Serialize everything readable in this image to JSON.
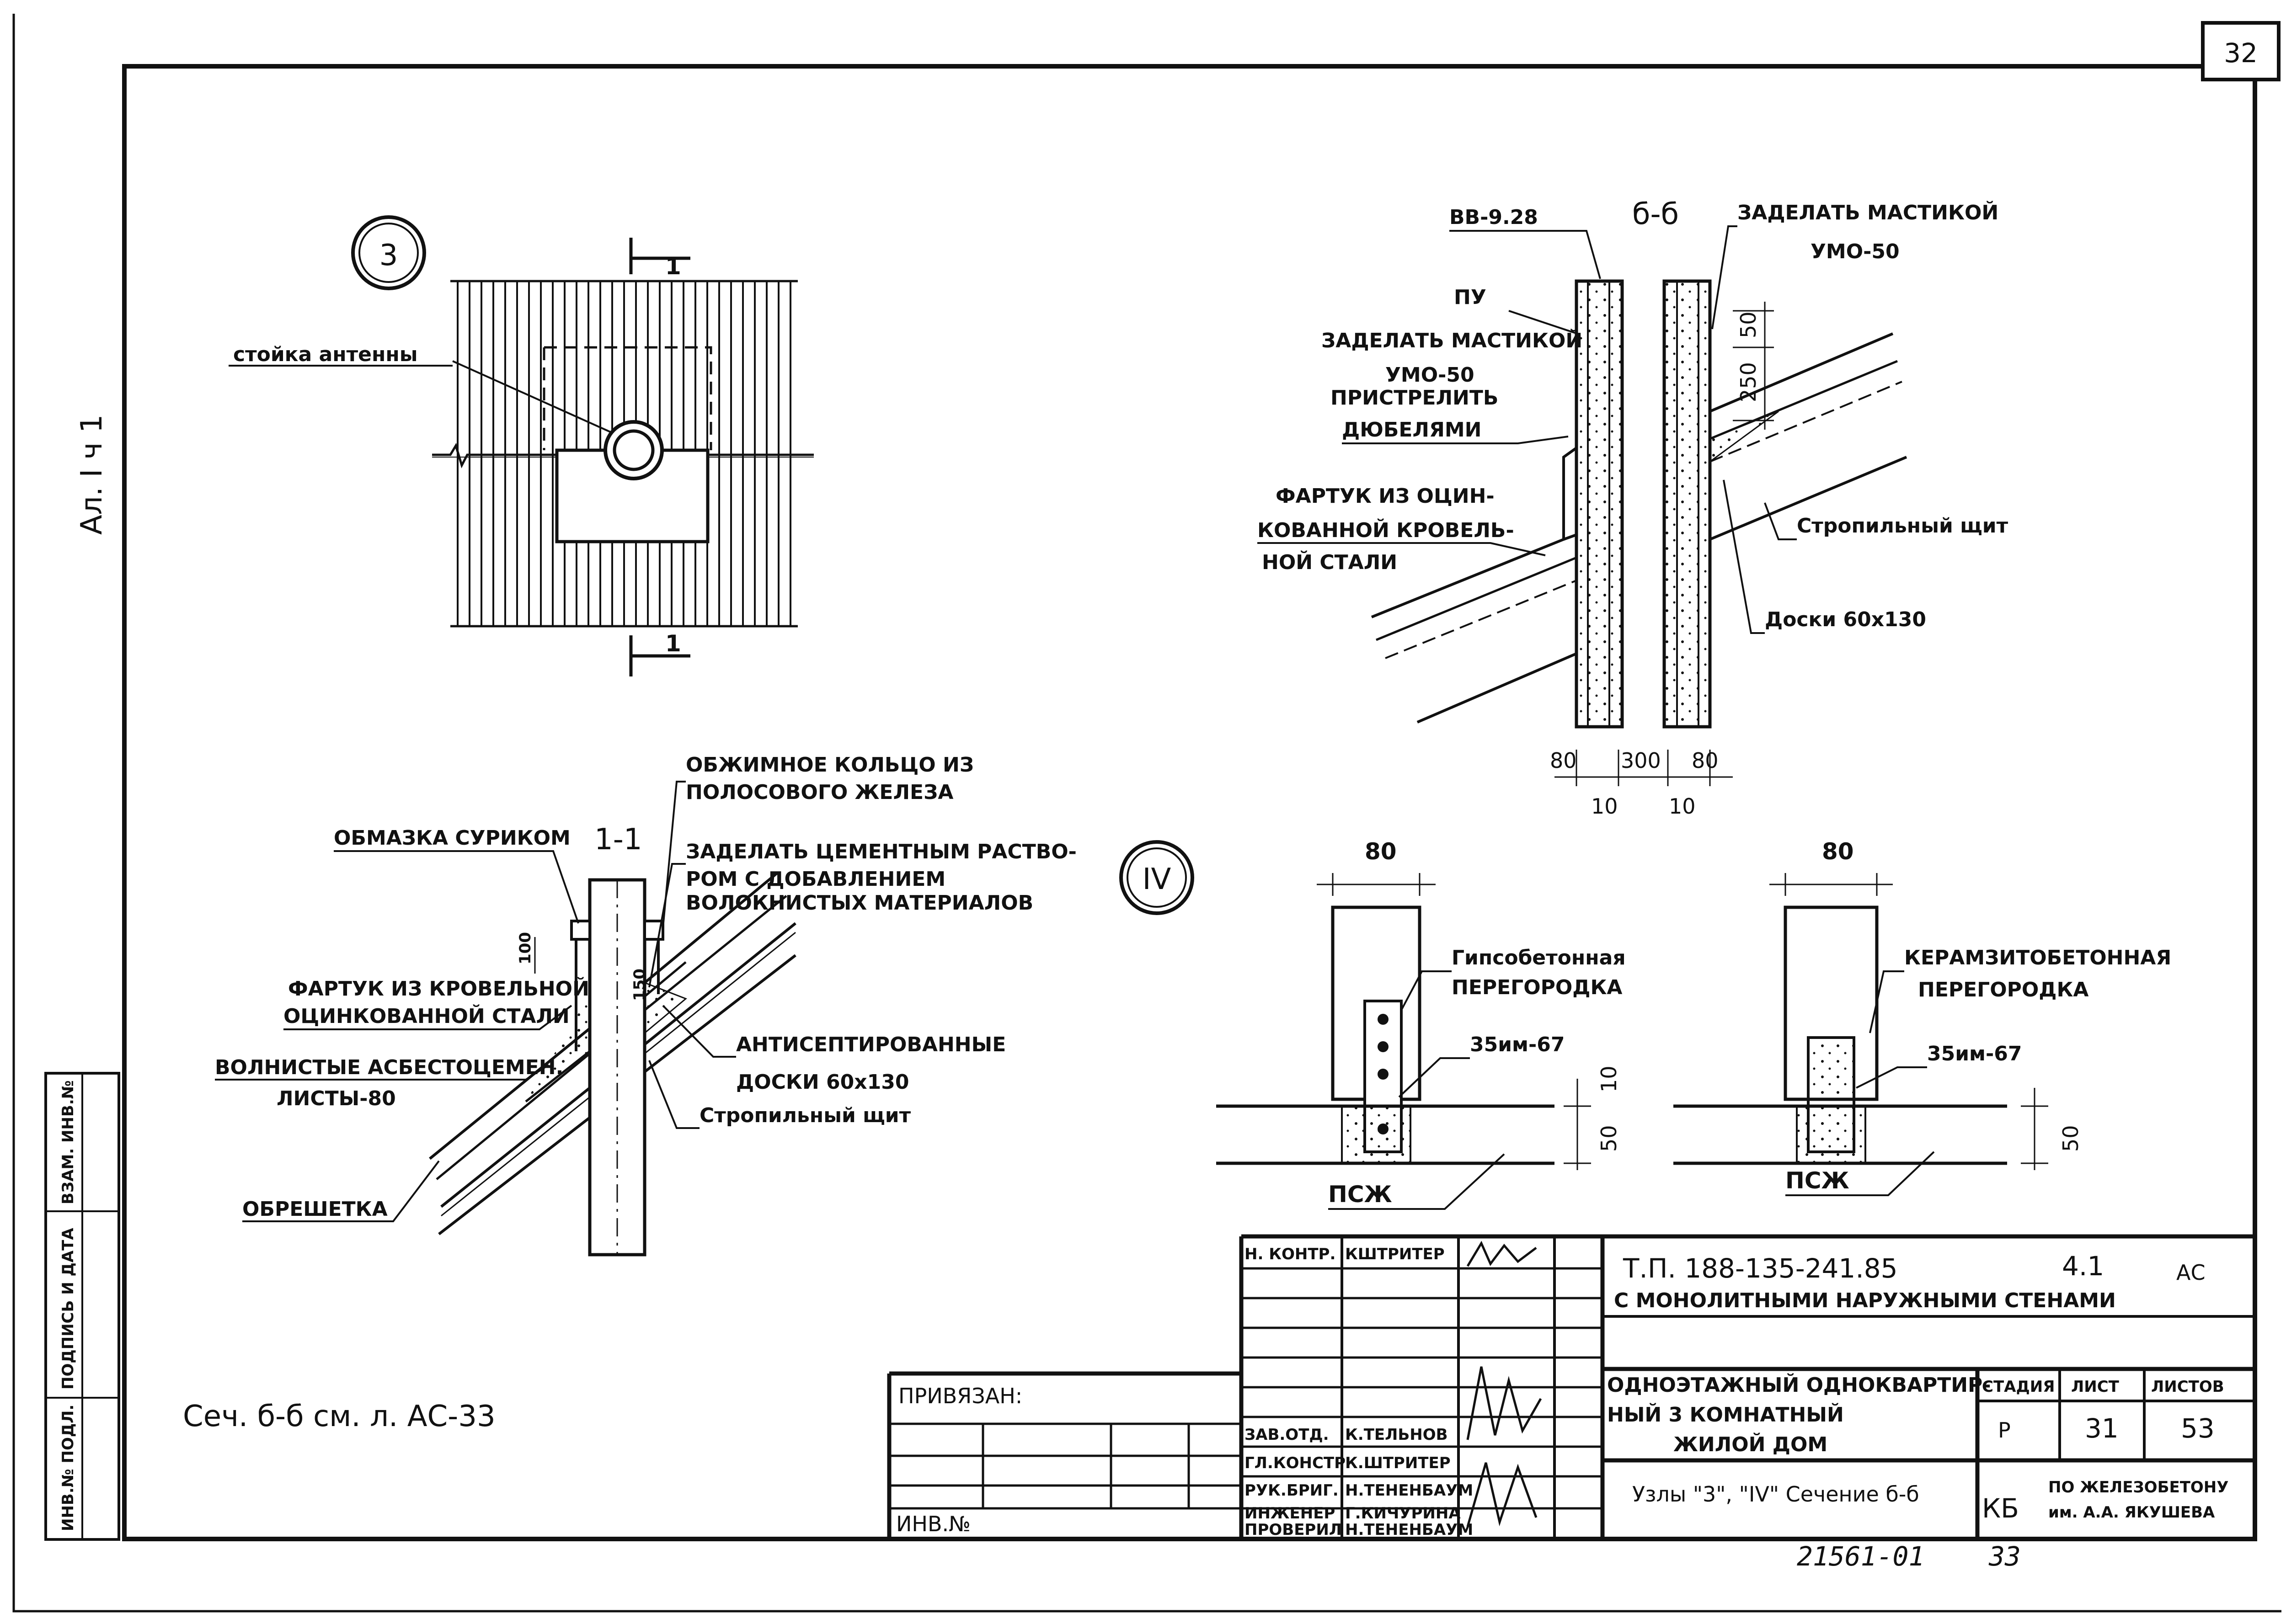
{
  "sheet_number": "32",
  "margin_note": "Ал. I ч 1",
  "side_stamp": {
    "inv_orig": "ИНВ.№ ПОДЛ.",
    "sign_date": "ПОДПИСЬ И ДАТА",
    "vzam_inv": "ВЗАМ. ИНВ.№"
  },
  "detail_3": {
    "marker": "3",
    "antenna_label": "стойка антенны",
    "section_mark_top": "1",
    "section_mark_bottom": "1"
  },
  "section_bb": {
    "title": "б-б",
    "labels": {
      "vv": "ВВ-9.28",
      "mastic_top_1": "ЗАДЕЛАТЬ МАСТИКОЙ",
      "mastic_top_2": "УМО-50",
      "pu": "ПУ",
      "mastic_left_1": "ЗАДЕЛАТЬ МАСТИКОЙ",
      "mastic_left_2": "УМО-50",
      "shoot_1": "ПРИСТРЕЛИТЬ",
      "shoot_2": "ДЮБЕЛЯМИ",
      "apron_1": "ФАРТУК ИЗ ОЦИН-",
      "apron_2": "КОВАННОЙ КРОВЕЛЬ-",
      "apron_3": "НОЙ СТАЛИ",
      "rafter": "Стропильный щит",
      "boards": "Доски 60х130"
    },
    "dims": {
      "d50": "50",
      "d250": "250",
      "d80a": "80",
      "d300": "300",
      "d80b": "80",
      "d10a": "10",
      "d10b": "10"
    }
  },
  "section_11": {
    "title": "1-1",
    "labels": {
      "ring_1": "ОБЖИМНОЕ КОЛЬЦО ИЗ",
      "ring_2": "ПОЛОСОВОГО ЖЕЛЕЗА",
      "minium": "ОБМАЗКА СУРИКОМ",
      "cement_1": "ЗАДЕЛАТЬ ЦЕМЕНТНЫМ РАСТВО-",
      "cement_2": "РОМ С ДОБАВЛЕНИЕМ",
      "cement_3": "ВОЛОКНИСТЫХ МАТЕРИАЛОВ",
      "apron_1": "ФАРТУК ИЗ КРОВЕЛЬНОЙ",
      "apron_2": "ОЦИНКОВАННОЙ СТАЛИ",
      "asbestos_1": "ВОЛНИСТЫЕ АСБЕСТОЦЕМЕН.",
      "asbestos_2": "ЛИСТЫ-80",
      "lathing": "ОБРЕШЕТКА",
      "antiseptic_1": "АНТИСЕПТИРОВАННЫЕ",
      "antiseptic_2": "ДОСКИ 60х130",
      "rafter": "Стропильный щит"
    },
    "dims": {
      "d100": "100",
      "d150": "150"
    }
  },
  "detail_4": {
    "marker": "IV",
    "left": {
      "dim_top": "80",
      "part_1": "Гипсобетонная",
      "part_2": "ПЕРЕГОРОДКА",
      "bolt": "35им-67",
      "dim_10": "10",
      "dim_50": "50",
      "slab": "ПСЖ"
    },
    "right": {
      "dim_top": "80",
      "part_1": "КЕРАМЗИТОБЕТОННАЯ",
      "part_2": "ПЕРЕГОРОДКА",
      "bolt": "35им-67",
      "dim_50": "50",
      "slab": "ПСЖ"
    }
  },
  "bottom_note": "Сеч. б-б см. л. АС-33",
  "title_block": {
    "tied": "ПРИВЯЗАН:",
    "inv_no": "ИНВ.№",
    "staff": [
      {
        "role": "Н. КОНТР.",
        "name": "КШТРИТЕР"
      },
      {
        "role": "",
        "name": ""
      },
      {
        "role": "",
        "name": ""
      },
      {
        "role": "",
        "name": ""
      },
      {
        "role": "ЗАВ.ОТД.",
        "name": "К.ТЕЛЬНОВ"
      },
      {
        "role": "ГЛ.КОНСТР",
        "name": "К.ШТРИТЕР"
      },
      {
        "role": "РУК.БРИГ.",
        "name": "Н.ТЕНЕНБАУМ"
      },
      {
        "role": "ИНЖЕНЕР",
        "name": "Г.КИЧУРИНА"
      },
      {
        "role": "ПРОВЕРИЛ",
        "name": "Н.ТЕНЕНБАУМ"
      }
    ],
    "project_code": "Т.П. 188-135-241.85",
    "album": "4.1",
    "mark": "АС",
    "project_desc": "С МОНОЛИТНЫМИ НАРУЖНЫМИ СТЕНАМИ",
    "building_1": "ОДНОЭТАЖНЫЙ ОДНОКВАРТИР-",
    "building_2": "НЫЙ 3 КОМНАТНЫЙ",
    "building_3": "ЖИЛОЙ ДОМ",
    "hdr_stage": "СТАДИЯ",
    "hdr_sheet": "ЛИСТ",
    "hdr_sheets": "ЛИСТОВ",
    "stage": "Р",
    "sheet": "31",
    "sheets": "53",
    "sheet_title": "Узлы \"3\", \"IV\" Сечение б-б",
    "org_logo": "КБ",
    "org_1": "ПО ЖЕЛЕЗОБЕТОНУ",
    "org_2": "им. А.А. ЯКУШЕВА"
  },
  "archive_no": "21561-01",
  "archive_sheet": "33"
}
